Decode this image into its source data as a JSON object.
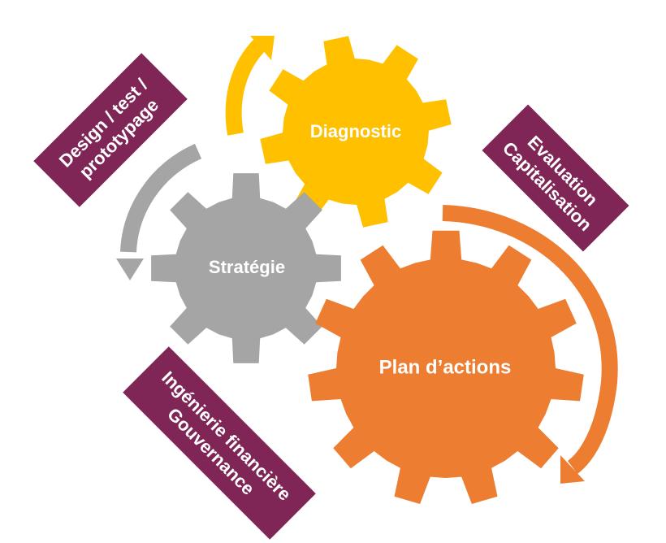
{
  "colors": {
    "diagnostic": "#FFC000",
    "strategie": "#A5A5A5",
    "plan": "#ED7D31",
    "tag": "#7F2657",
    "text": "#FFFFFF"
  },
  "gears": {
    "diagnostic": {
      "label": "Diagnostic"
    },
    "strategie": {
      "label": "Stratégie"
    },
    "plan": {
      "label": "Plan d’actions"
    }
  },
  "tags": {
    "design": {
      "line1": "Design / test /",
      "line2": "prototypage"
    },
    "evaluation": {
      "line1": "Evaluation",
      "line2": "Capitalisation"
    },
    "ingenierie": {
      "line1": "Ingénierie financière",
      "line2": "Gouvernance"
    }
  }
}
